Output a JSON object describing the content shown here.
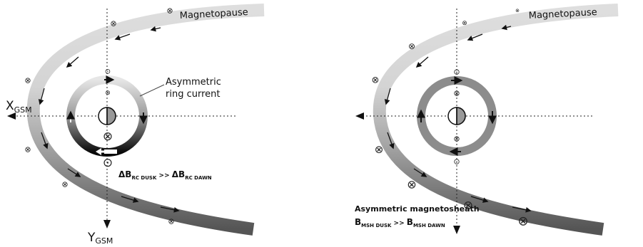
{
  "left_panel": {
    "magnetopause_label": "Magnetopause",
    "ring_label_line1": "Asymmetric",
    "ring_label_line2": "ring current",
    "x_axis_main": "X",
    "x_axis_sub": "GSM",
    "y_axis_main": "Y",
    "y_axis_sub": "GSM",
    "formula": {
      "delta": "Δ",
      "b1": "B",
      "sub1": "RC DUSK",
      "op": " >> ",
      "b2": "B",
      "sub2": "RC DAWN"
    }
  },
  "right_panel": {
    "magnetopause_label": "Magnetopause",
    "msh_line1": "Asymmetric magnetosheath",
    "msh_b1": "B",
    "msh_sub1": "MSH DUSK",
    "msh_op": " >> ",
    "msh_b2": "B",
    "msh_sub2": "MSH  DAWN"
  },
  "symbols": {
    "into_page": "⊗",
    "out_of_page": "⊙"
  },
  "colors": {
    "boundary_light": "#dcdcdc",
    "boundary_dark": "#666666",
    "ring_gray": "#8a8a8a",
    "ring_light": "#e4e4e4",
    "ring_dark": "#111111",
    "earth_night": "#999999"
  }
}
